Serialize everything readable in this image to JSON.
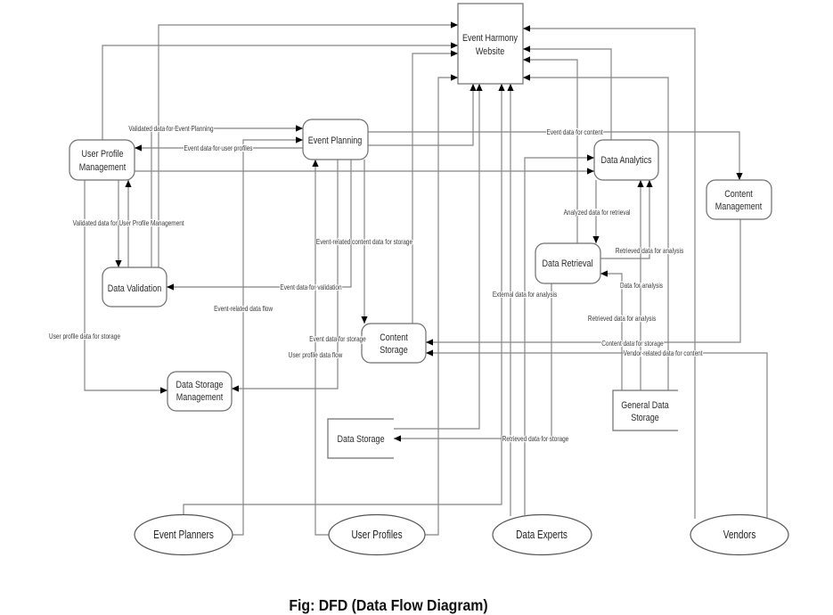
{
  "caption": "Fig: DFD (Data Flow Diagram)",
  "nodes": {
    "website": {
      "kind": "system",
      "label": [
        "Event Harmony",
        "Website"
      ]
    },
    "user_profile_management": {
      "kind": "process",
      "label": [
        "User Profile",
        "Management"
      ]
    },
    "event_planning": {
      "kind": "process",
      "label": [
        "Event Planning"
      ]
    },
    "data_validation": {
      "kind": "process",
      "label": [
        "Data Validation"
      ]
    },
    "data_storage_management": {
      "kind": "process",
      "label": [
        "Data Storage",
        "Management"
      ]
    },
    "content_storage": {
      "kind": "process",
      "label": [
        "Content",
        "Storage"
      ]
    },
    "data_analytics": {
      "kind": "process",
      "label": [
        "Data Analytics"
      ]
    },
    "content_management": {
      "kind": "process",
      "label": [
        "Content",
        "Management"
      ]
    },
    "data_retrieval": {
      "kind": "process",
      "label": [
        "Data Retrieval"
      ]
    },
    "general_data_storage": {
      "kind": "data-store",
      "label": [
        "General Data",
        "Storage"
      ]
    },
    "data_storage": {
      "kind": "data-store",
      "label": [
        "Data Storage"
      ]
    },
    "event_planners": {
      "kind": "external-entity",
      "label": [
        "Event Planners"
      ]
    },
    "user_profiles": {
      "kind": "external-entity",
      "label": [
        "User Profiles"
      ]
    },
    "data_experts": {
      "kind": "external-entity",
      "label": [
        "Data Experts"
      ]
    },
    "vendors": {
      "kind": "external-entity",
      "label": [
        "Vendors"
      ]
    }
  },
  "flows": [
    {
      "id": "f01",
      "from": "user_profile_management",
      "to": "website",
      "label": ""
    },
    {
      "id": "f02",
      "from": "data_validation",
      "to": "website",
      "label": ""
    },
    {
      "id": "f03",
      "from": "data_validation",
      "to": "event_planning",
      "label": "Validated data for Event Planning"
    },
    {
      "id": "f04",
      "from": "event_planning",
      "to": "user_profile_management",
      "label": "Event data for user profiles"
    },
    {
      "id": "f05",
      "from": "event_planners",
      "to": "event_planning",
      "label": "Event-related data flow"
    },
    {
      "id": "f06",
      "from": "user_profile_management",
      "to": "data_analytics",
      "label": ""
    },
    {
      "id": "f07",
      "from": "user_profile_management",
      "to": "data_validation",
      "label": ""
    },
    {
      "id": "f08",
      "from": "data_validation",
      "to": "user_profile_management",
      "label": "Validated data for User Profile Management"
    },
    {
      "id": "f09",
      "from": "user_profile_management",
      "to": "data_storage_management",
      "label": "User profile data for storage"
    },
    {
      "id": "f10",
      "from": "event_planning",
      "to": "website",
      "label": ""
    },
    {
      "id": "f11",
      "from": "event_planning",
      "to": "content_management",
      "label": "Event data for content"
    },
    {
      "id": "f12",
      "from": "event_planning",
      "to": "data_validation",
      "label": "Event data for validation"
    },
    {
      "id": "f13",
      "from": "event_planning",
      "to": "content_storage",
      "label": "Event-related content data for storage"
    },
    {
      "id": "f14",
      "from": "event_planning",
      "to": "data_storage_management",
      "label": "Event data for storage"
    },
    {
      "id": "f15",
      "from": "user_profiles",
      "to": "event_planning",
      "label": "User profile data flow"
    },
    {
      "id": "f16",
      "from": "user_profiles",
      "to": "website",
      "label": ""
    },
    {
      "id": "f17",
      "from": "content_storage",
      "to": "website",
      "label": ""
    },
    {
      "id": "f18",
      "from": "data_storage",
      "to": "website",
      "label": ""
    },
    {
      "id": "f19",
      "from": "event_planners",
      "to": "website",
      "label": ""
    },
    {
      "id": "f20",
      "from": "data_experts",
      "to": "website",
      "label": ""
    },
    {
      "id": "f21",
      "from": "data_experts",
      "to": "data_analytics",
      "label": "External data for analysis"
    },
    {
      "id": "f22",
      "from": "data_analytics",
      "to": "website",
      "label": ""
    },
    {
      "id": "f23",
      "from": "data_retrieval",
      "to": "website",
      "label": ""
    },
    {
      "id": "f24",
      "from": "general_data_storage",
      "to": "website",
      "label": ""
    },
    {
      "id": "f25",
      "from": "vendors",
      "to": "website",
      "label": ""
    },
    {
      "id": "f26",
      "from": "data_analytics",
      "to": "data_retrieval",
      "label": "Analyzed data for retrieval"
    },
    {
      "id": "f27",
      "from": "data_retrieval",
      "to": "data_analytics",
      "label": "Retrieved data for analysis"
    },
    {
      "id": "f28",
      "from": "general_data_storage",
      "to": "data_retrieval",
      "label": "Data for analysis"
    },
    {
      "id": "f29",
      "from": "general_data_storage",
      "to": "data_analytics",
      "label": "Retrieved data for analysis"
    },
    {
      "id": "f30",
      "from": "content_management",
      "to": "content_storage",
      "label": "Content data for storage"
    },
    {
      "id": "f31",
      "from": "vendors",
      "to": "content_storage",
      "label": "Vendor-related data for content"
    },
    {
      "id": "f32",
      "from": "data_retrieval",
      "to": "data_storage",
      "label": "Retrieved data for storage"
    }
  ]
}
